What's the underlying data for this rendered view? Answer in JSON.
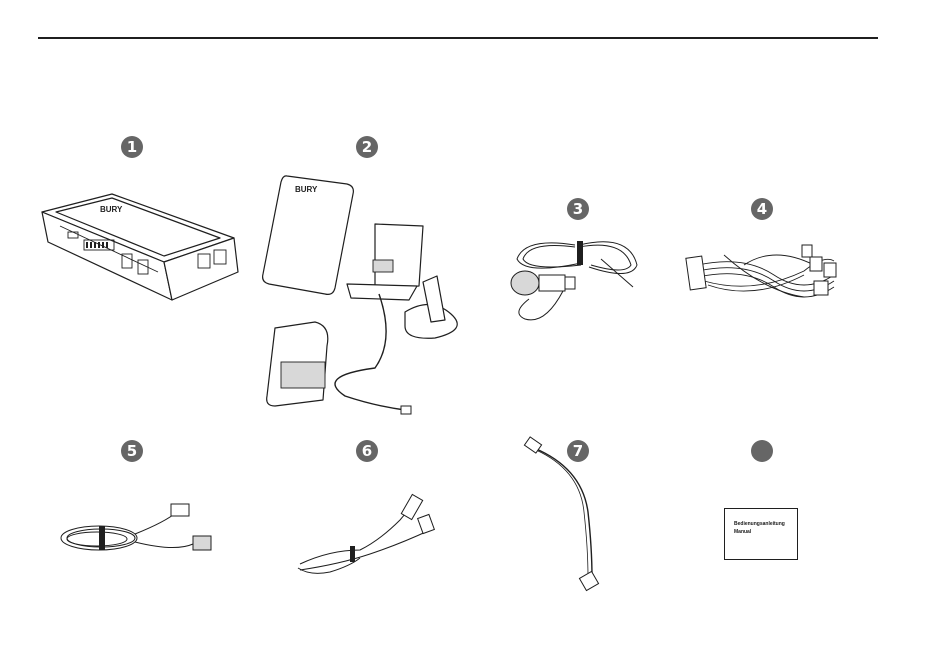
{
  "items": [
    {
      "number": "1",
      "icon": "interface-box-icon"
    },
    {
      "number": "2",
      "icon": "phone-cradle-icon"
    },
    {
      "number": "3",
      "icon": "microphone-icon"
    },
    {
      "number": "4",
      "icon": "wiring-harness-icon"
    },
    {
      "number": "5",
      "icon": "cable-icon"
    },
    {
      "number": "6",
      "icon": "audio-cable-icon"
    },
    {
      "number": "7",
      "icon": "antenna-adapter-icon"
    },
    {
      "number": "",
      "icon": "manual-icon"
    }
  ],
  "manual": {
    "line1": "Bedienungsanleitung",
    "line2": "Manual"
  },
  "device_logo": "BURY"
}
